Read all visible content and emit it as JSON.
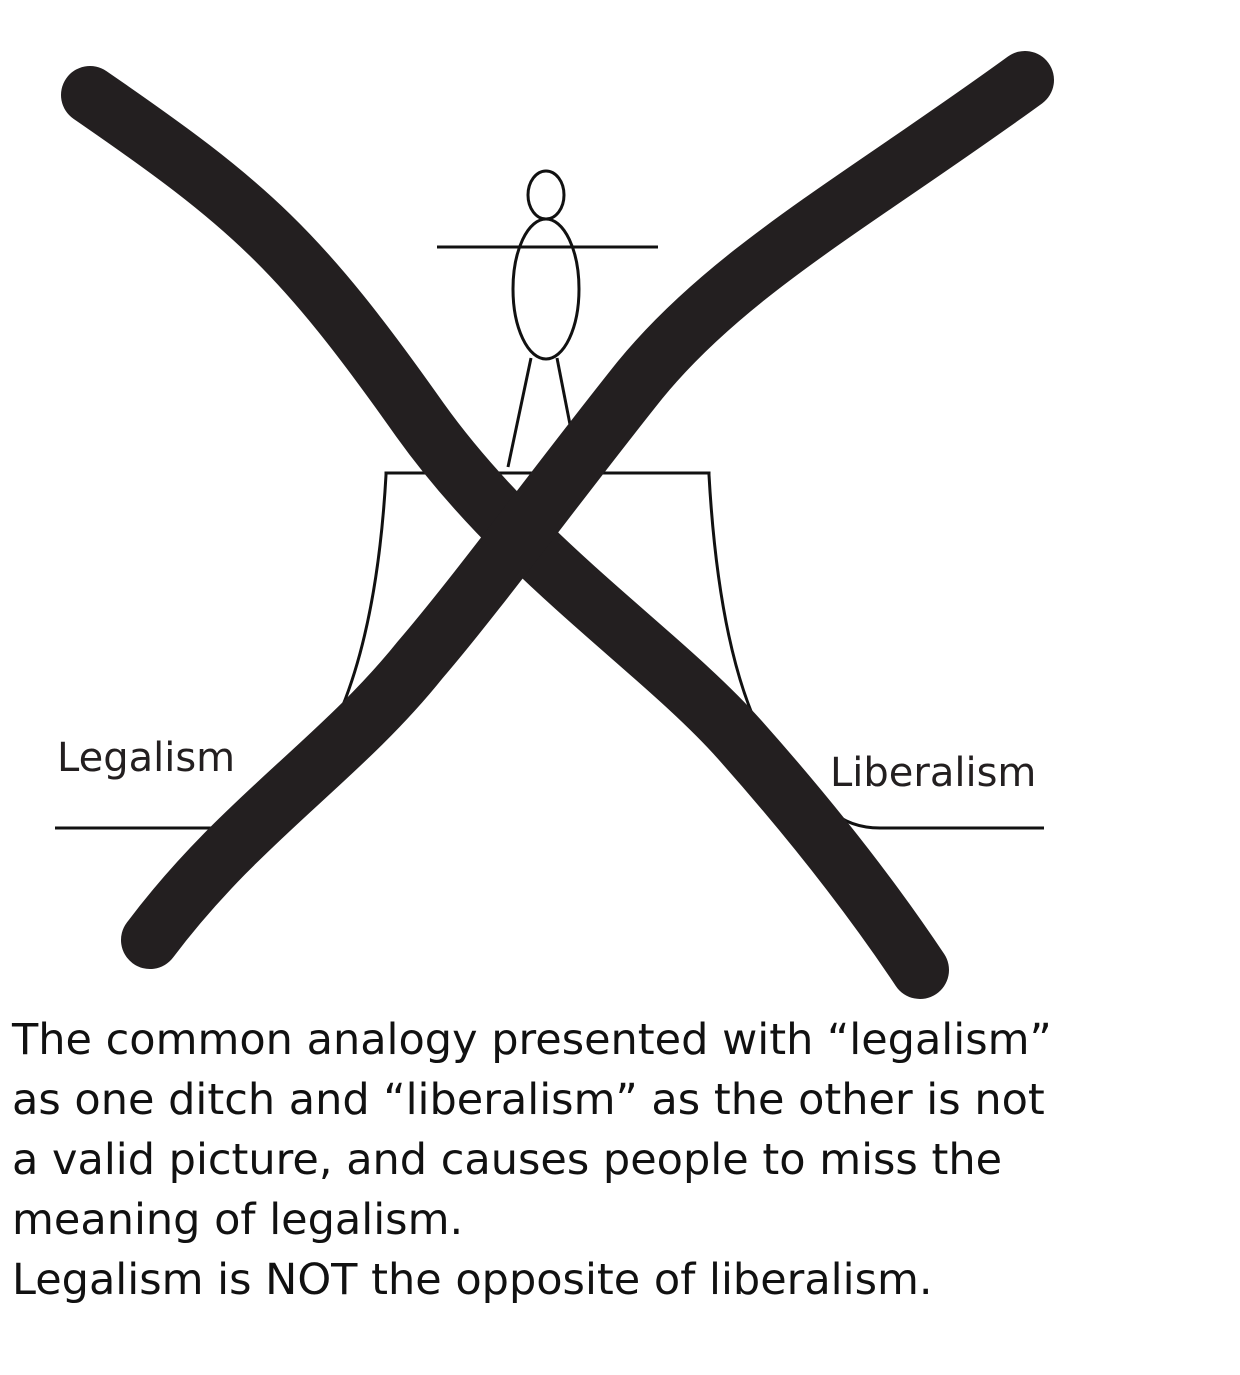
{
  "labels": {
    "left": "Legalism",
    "right": "Liberalism"
  },
  "caption": {
    "lines": [
      "The common analogy presented with “legalism”",
      "as one ditch and “liberalism” as the other is not",
      "a valid picture, and causes people to miss the",
      "meaning of legalism.",
      "Legalism is NOT the opposite of liberalism."
    ]
  },
  "colors": {
    "cross": "#231f20",
    "line": "#111111"
  }
}
